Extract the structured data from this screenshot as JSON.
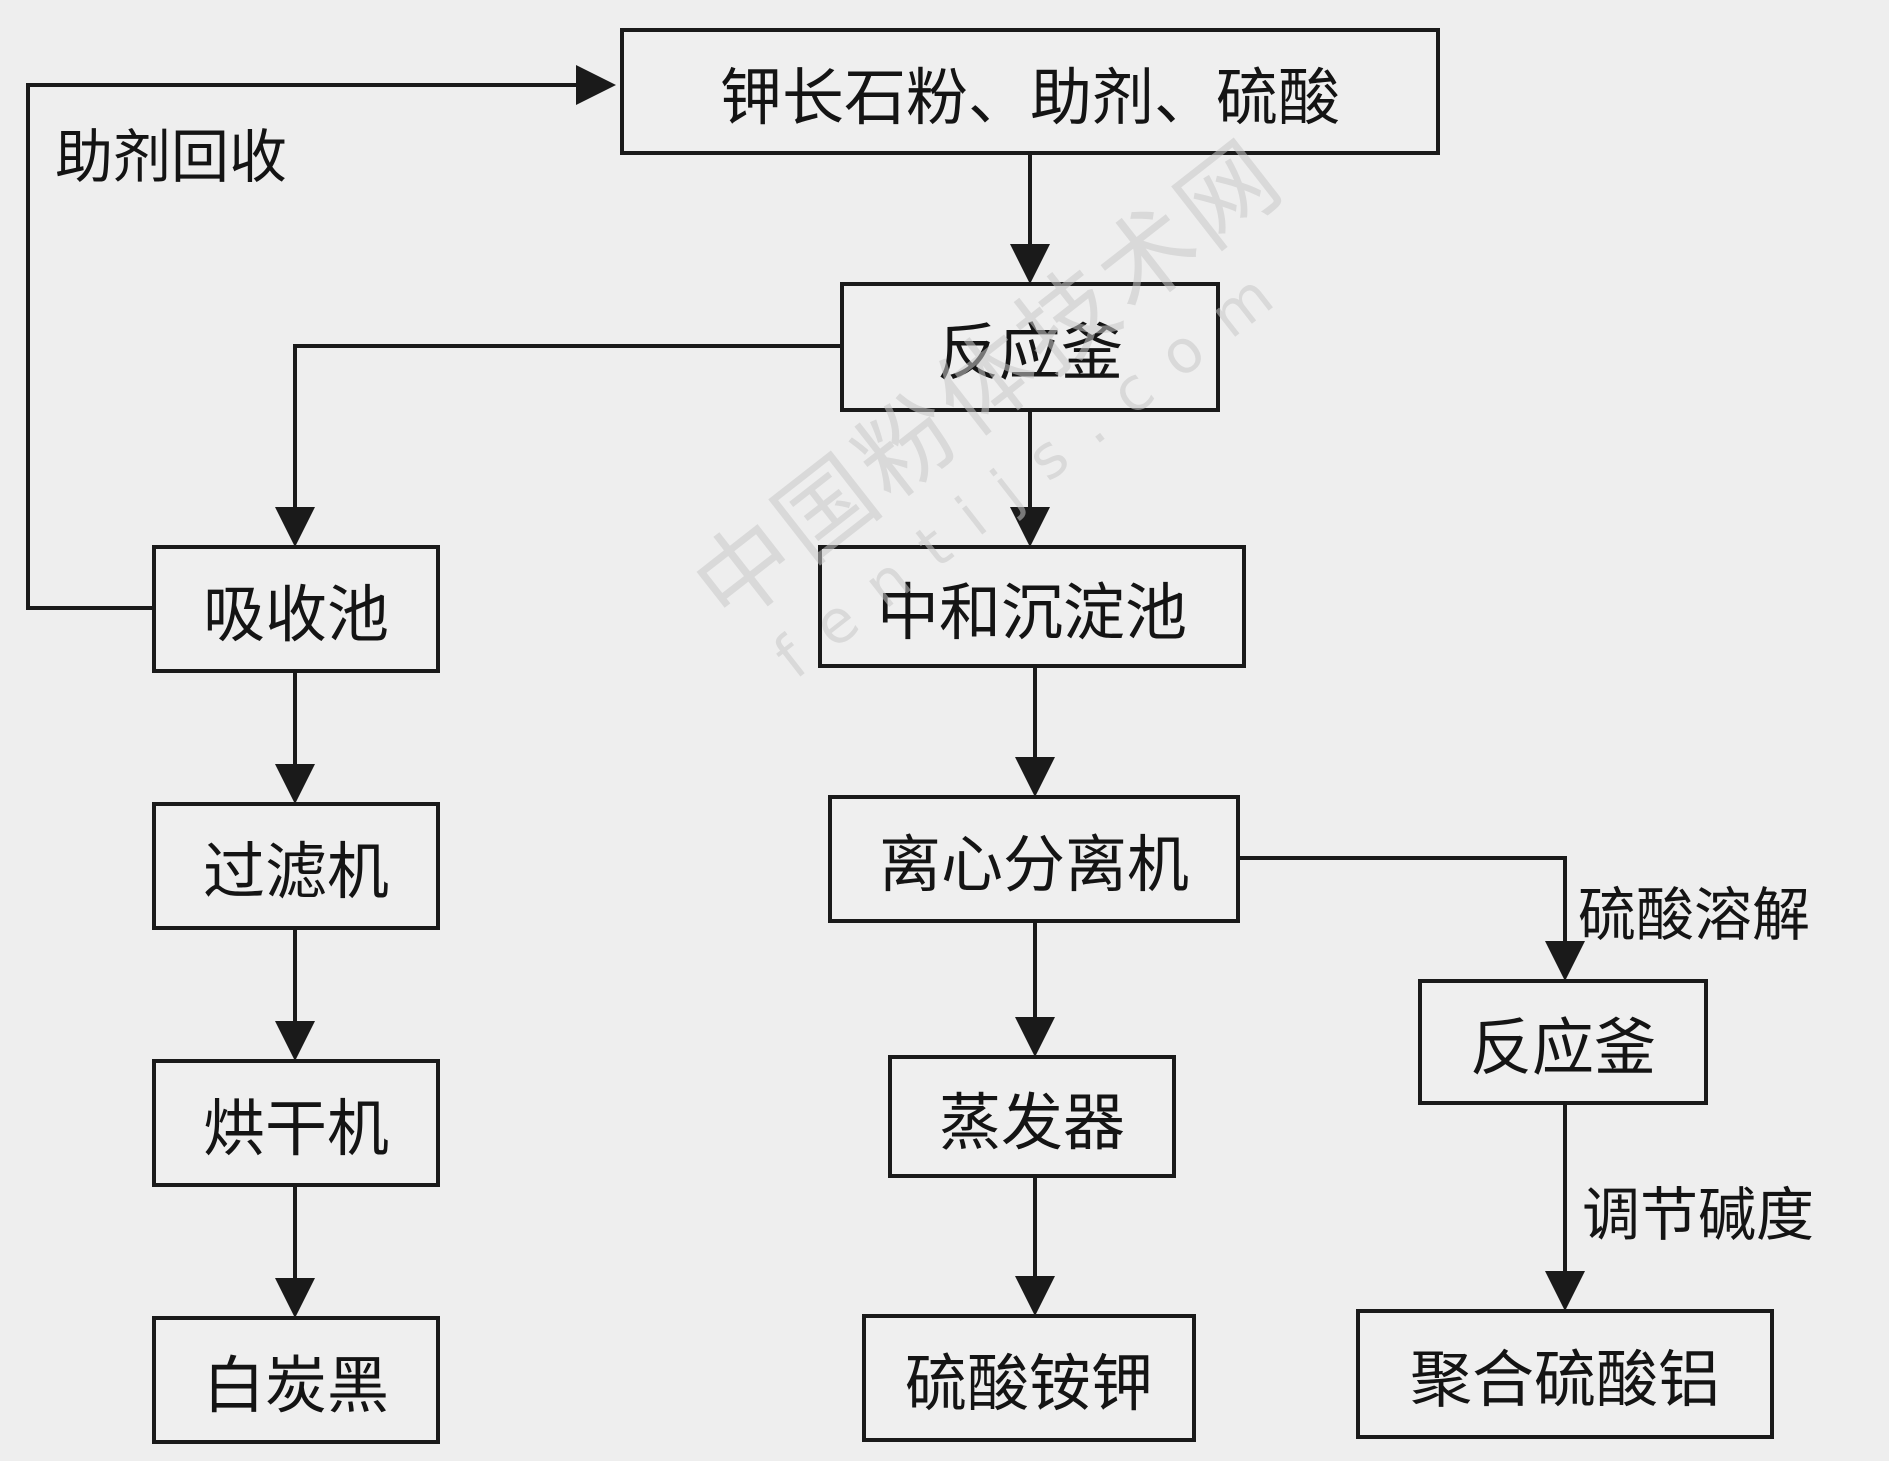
{
  "nodes": {
    "raw_materials": "钾长石粉、助剂、硫酸",
    "reactor_top": "反应釜",
    "absorption_tank": "吸收池",
    "filter": "过滤机",
    "dryer": "烘干机",
    "white_carbon_black": "白炭黑",
    "neutralization_tank": "中和沉淀池",
    "centrifuge": "离心分离机",
    "evaporator": "蒸发器",
    "ammonium_potassium_sulfate": "硫酸铵钾",
    "reactor_right": "反应釜",
    "polyaluminium_sulfate": "聚合硫酸铝"
  },
  "labels": {
    "additive_recovery": "助剂回收",
    "sulfuric_acid_dissolution": "硫酸溶解",
    "adjust_basicity": "调节碱度"
  },
  "watermark": {
    "cn": "中国粉体技术网",
    "en": "fentijs.com"
  },
  "colors": {
    "background": "#eeeeee",
    "line": "#1a1a1a"
  }
}
